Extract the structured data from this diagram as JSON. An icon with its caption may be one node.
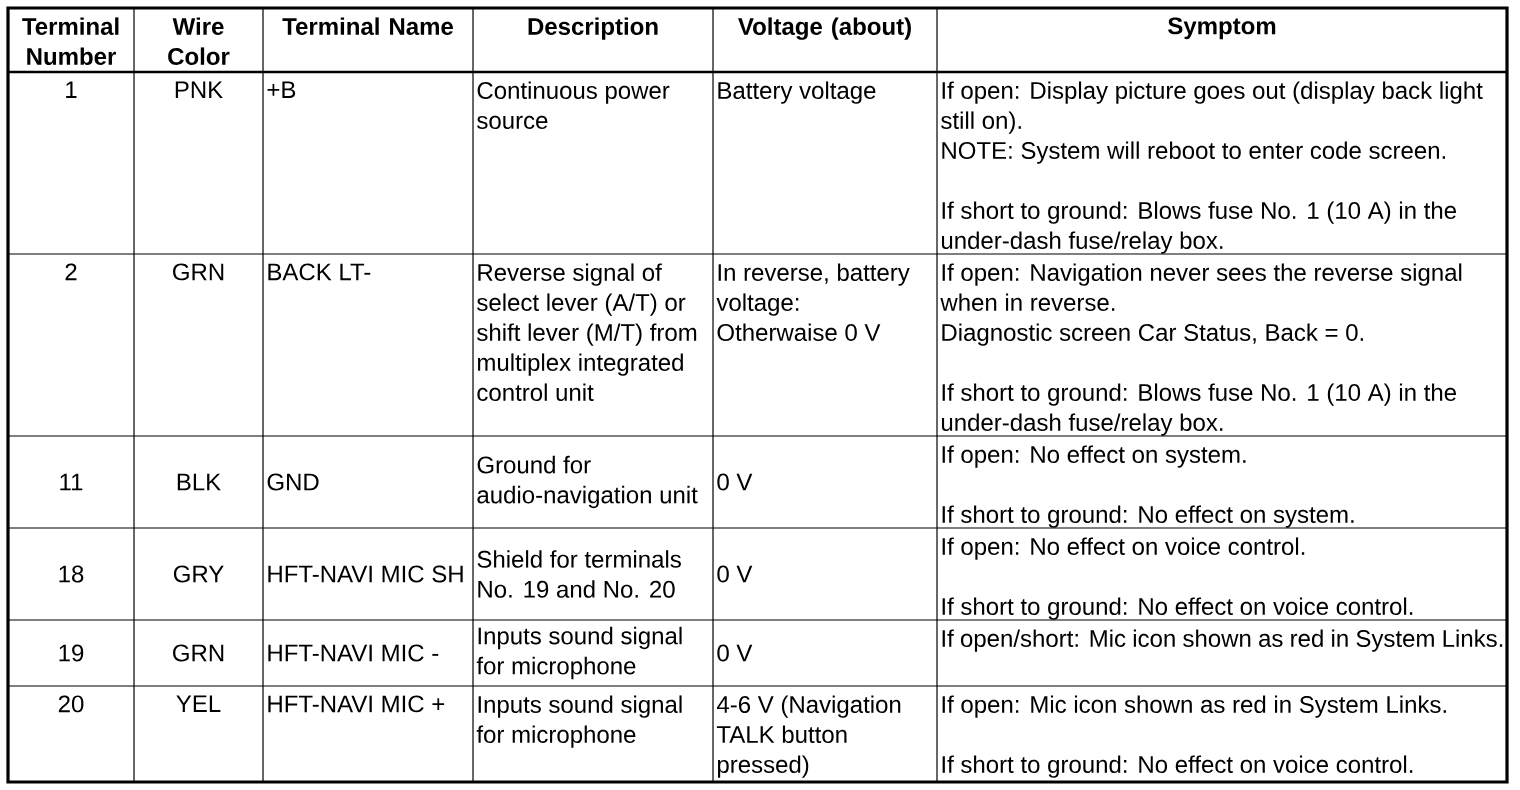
{
  "diagram": {
    "labels": [
      "Terminal Number",
      "Wire Color",
      "Terminal Name",
      "Description",
      "Voltage (about)",
      "Symptom",
      "1",
      "PNK",
      "+B",
      "Continuous power source",
      "Battery voltage",
      "If open: Display picture goes out (display back light still on).",
      "NOTE: System will reboot to enter code screen.",
      "If short to ground: Blows fuse No. 1 (10 A) in the under-dash fuse/relay box.",
      "2",
      "GRN",
      "BACK LT-",
      "Reverse signal of select lever (A/T) or shift lever (M/T) from multiplex integrated control unit",
      "In reverse, battery voltage:",
      "Otherwaise 0 V",
      "If open: Navigation never sees the reverse signal when in reverse.",
      "Diagnostic screen Car Status, Back = 0.",
      "If short to ground: Blows fuse No. 1 (10 A) in the under-dash fuse/relay box.",
      "11",
      "BLK",
      "GND",
      "Ground for audio-navigation unit",
      "0 V",
      "If open: No effect on system.",
      "If short to ground: No effect on system.",
      "18",
      "GRY",
      "HFT-NAVI MIC SH",
      "Shield for terminals No. 19 and No. 20",
      "0 V",
      "If open: No effect on voice control.",
      "If short to ground: No effect on voice control.",
      "19",
      "GRN",
      "HFT-NAVI MIC -",
      "Inputs sound signal for microphone",
      "0 V",
      "If open/short: Mic icon shown as red in System Links.",
      "20",
      "YEL",
      "HFT-NAVI MIC +",
      "Inputs sound signal for microphone",
      "4-6 V (Navigation TALK button pressed)",
      "If open: Mic icon shown as red in System Links.",
      "If short to ground: No effect on voice control."
    ]
  }
}
